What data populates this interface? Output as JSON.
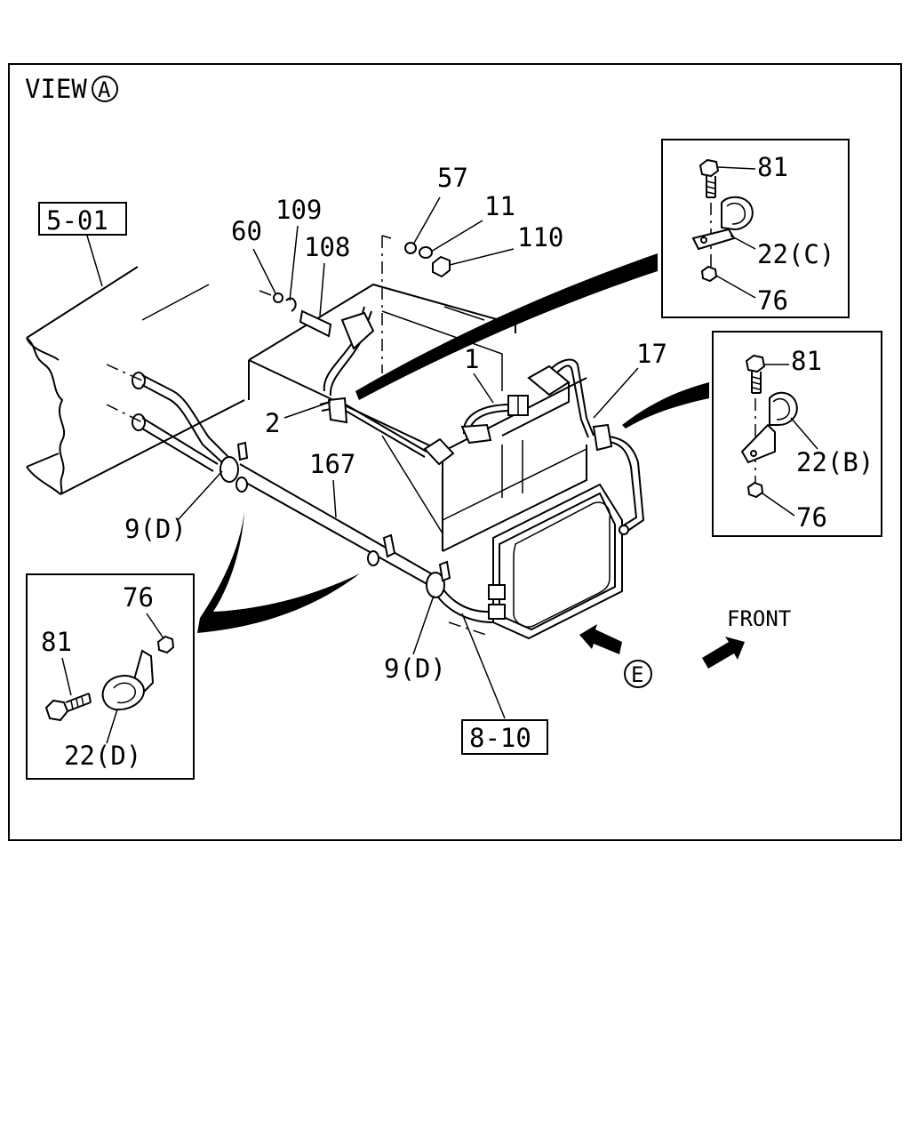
{
  "view": {
    "prefix": "VIEW",
    "letter": "A"
  },
  "refs": {
    "frame": "5-01",
    "harness": "8-10"
  },
  "callouts": {
    "p57": "57",
    "p11": "11",
    "p110": "110",
    "p109": "109",
    "p60": "60",
    "p108": "108",
    "p1": "1",
    "p17": "17",
    "p2": "2",
    "p167": "167",
    "p9d_left": "9(D)",
    "p9d_bottom": "9(D)"
  },
  "inset_c": {
    "bolt": "81",
    "clip": "22(C)",
    "nut": "76"
  },
  "inset_b": {
    "bolt": "81",
    "clip": "22(B)",
    "nut": "76"
  },
  "inset_d": {
    "nut": "76",
    "bolt": "81",
    "clip": "22(D)"
  },
  "direction": {
    "front": "FRONT",
    "view_e": "E"
  }
}
